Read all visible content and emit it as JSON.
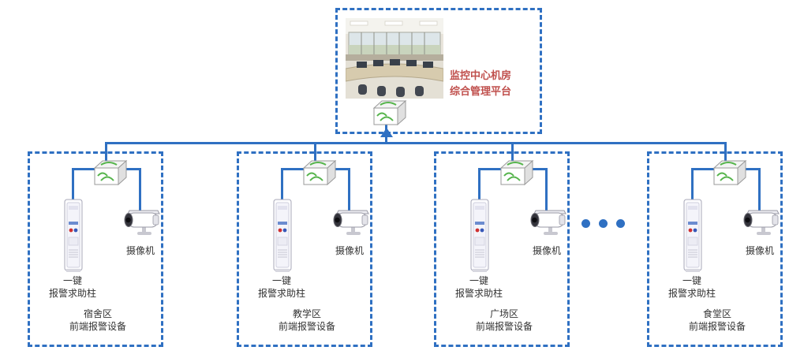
{
  "colors": {
    "line": "#2f70c2",
    "title": "#c0504d",
    "label": "#333333"
  },
  "center": {
    "title_line1": "监控中心机房",
    "title_line2": "综合管理平台"
  },
  "groups": [
    {
      "pillar_line1": "一键",
      "pillar_line2": "报警求助柱",
      "camera": "摄像机",
      "area_line1": "宿舍区",
      "area_line2": "前端报警设备"
    },
    {
      "pillar_line1": "一键",
      "pillar_line2": "报警求助柱",
      "camera": "摄像机",
      "area_line1": "教学区",
      "area_line2": "前端报警设备"
    },
    {
      "pillar_line1": "一键",
      "pillar_line2": "报警求助柱",
      "camera": "摄像机",
      "area_line1": "广场区",
      "area_line2": "前端报警设备"
    },
    {
      "pillar_line1": "一键",
      "pillar_line2": "报警求助柱",
      "camera": "摄像机",
      "area_line1": "食堂区",
      "area_line2": "前端报警设备"
    }
  ]
}
